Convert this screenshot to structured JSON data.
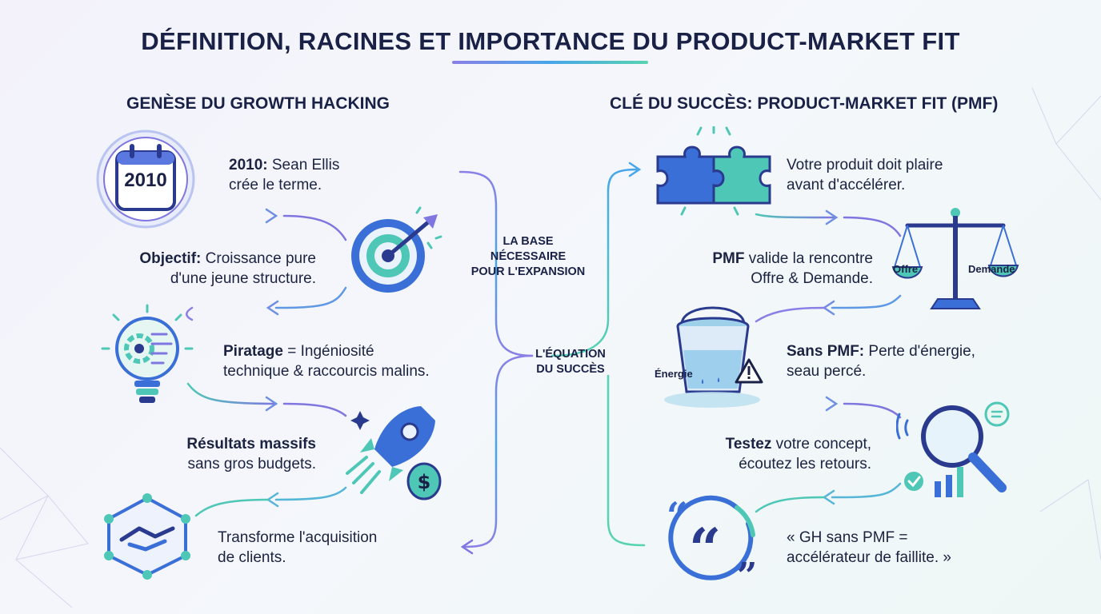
{
  "title": "DÉFINITION, RACINES ET IMPORTANCE DU PRODUCT-MARKET FIT",
  "left": {
    "heading": "GENÈSE DU GROWTH HACKING",
    "calendar_year": "2010",
    "items": [
      {
        "bold": "2010:",
        "l1": " Sean Ellis",
        "l2": "crée le terme."
      },
      {
        "bold": "Objectif:",
        "l1": " Croissance pure",
        "l2": "d'une jeune structure."
      },
      {
        "bold": "Piratage",
        "l1": " = Ingéniosité",
        "l2": "technique & raccourcis malins."
      },
      {
        "bold": "Résultats massifs",
        "l1": "",
        "l2": "sans gros budgets."
      },
      {
        "bold": "",
        "l1": "Transforme l'acquisition",
        "l2": "de clients."
      }
    ]
  },
  "center": {
    "label_top": [
      "LA BASE",
      "NÉCESSAIRE",
      "POUR L'EXPANSION"
    ],
    "label_bottom": [
      "L'ÉQUATION",
      "DU SUCCÈS"
    ]
  },
  "right": {
    "heading": "CLÉ DU SUCCÈS: PRODUCT-MARKET FIT (PMF)",
    "scale_left": "Offre",
    "scale_right": "Demande",
    "bucket_label": "Énergie",
    "items": [
      {
        "bold": "",
        "l1": "Votre produit doit plaire",
        "l2": "avant d'accélérer."
      },
      {
        "bold": "PMF",
        "l1": " valide la rencontre",
        "l2": "Offre & Demande."
      },
      {
        "bold": "Sans PMF:",
        "l1": " Perte d'énergie,",
        "l2": "seau percé."
      },
      {
        "bold": "Testez",
        "l1": " votre concept,",
        "l2": "écoutez les retours."
      },
      {
        "bold": "",
        "l1": "« GH sans PMF =",
        "l2": "accélérateur de faillite. »"
      }
    ]
  },
  "colors": {
    "purple": "#7f76e0",
    "blue": "#3f8fe0",
    "teal": "#4fcfa8",
    "navy": "#1a2146"
  }
}
